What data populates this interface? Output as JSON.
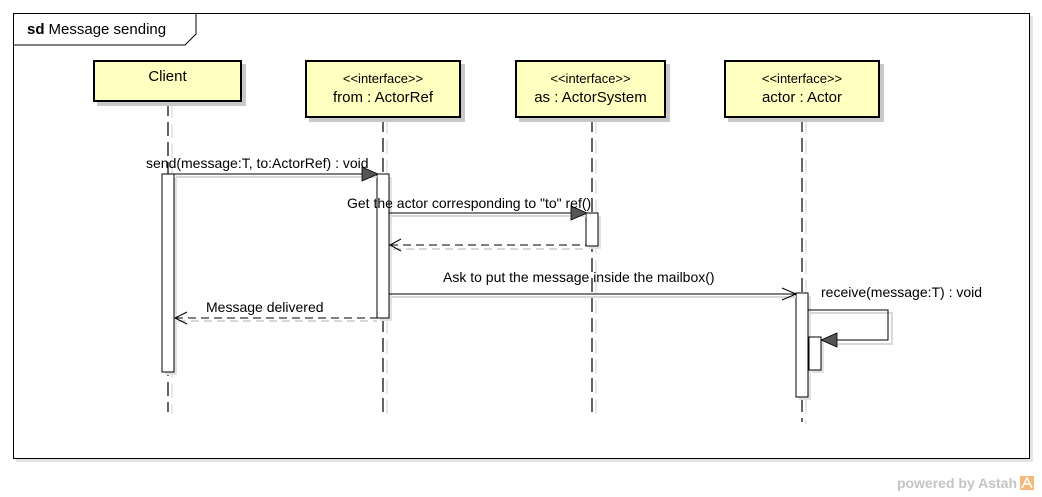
{
  "frame": {
    "keyword": "sd",
    "name": "Message sending"
  },
  "lifelines": [
    {
      "stereotype": "",
      "name": "Client"
    },
    {
      "stereotype": "<<interface>>",
      "name": "from : ActorRef"
    },
    {
      "stereotype": "<<interface>>",
      "name": "as : ActorSystem"
    },
    {
      "stereotype": "<<interface>>",
      "name": "actor : Actor"
    }
  ],
  "messages": [
    {
      "label": "send(message:T, to:ActorRef) : void",
      "kind": "synchronous"
    },
    {
      "label": "Get the actor corresponding to \"to\" ref()",
      "kind": "synchronous"
    },
    {
      "label": "",
      "kind": "reply"
    },
    {
      "label": "Ask to put the message inside the mailbox()",
      "kind": "asynchronous"
    },
    {
      "label": "Message delivered",
      "kind": "reply"
    },
    {
      "label": "receive(message:T) : void",
      "kind": "self-synchronous"
    }
  ],
  "footer": {
    "text": "powered by Astah",
    "logo_icon": "astah-logo-icon"
  },
  "colors": {
    "lifeline_fill": "#ffffc0",
    "shadow": "#c8c8c8",
    "footer_text": "#c4c4c4"
  }
}
